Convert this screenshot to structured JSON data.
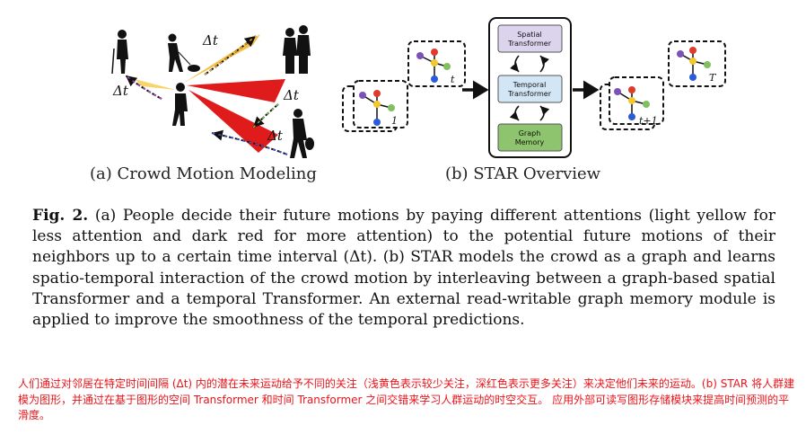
{
  "figure": {
    "panel_a": {
      "caption": "(a) Crowd Motion Modeling",
      "dt_labels": [
        "Δt",
        "Δt",
        "Δt",
        "Δt"
      ]
    },
    "panel_b": {
      "caption": "(b) STAR Overview",
      "modules": [
        "Spatial Transformer",
        "Temporal Transformer",
        "Graph Memory"
      ],
      "graph_labels": [
        "1",
        "t",
        "t+1",
        "T"
      ]
    }
  },
  "caption": {
    "label": "Fig. 2.",
    "text": "(a) People decide their future motions by paying different attentions (light yellow for less attention and dark red for more attention) to the potential future motions of their neighbors up to a certain time interval (Δt). (b) STAR models the crowd as a graph and learns spatio-temporal interaction of the crowd motion by interleaving between a graph-based spatial Transformer and a temporal Transformer. An external read-writable graph memory module is applied to improve the smoothness of the temporal predictions."
  },
  "translation": {
    "text": "人们通过对邻居在特定时间间隔 (Δt) 内的潜在未来运动给予不同的关注（浅黄色表示较少关注，深红色表示更多关注）来决定他们未来的运动。(b) STAR 将人群建模为图形，并通过在基于图形的空间 Transformer 和时间 Transformer 之间交错来学习人群运动的时空交互。 应用外部可读写图形存储模块来提高时间预测的平滑度。"
  },
  "colors": {
    "attention_dark": "#e01b1b",
    "attention_light": "#f4c83a",
    "module_spatial": "#dcd4ec",
    "module_temporal": "#d3e6f5",
    "module_memory": "#8fc46e",
    "translation_red": "#e8141b"
  }
}
